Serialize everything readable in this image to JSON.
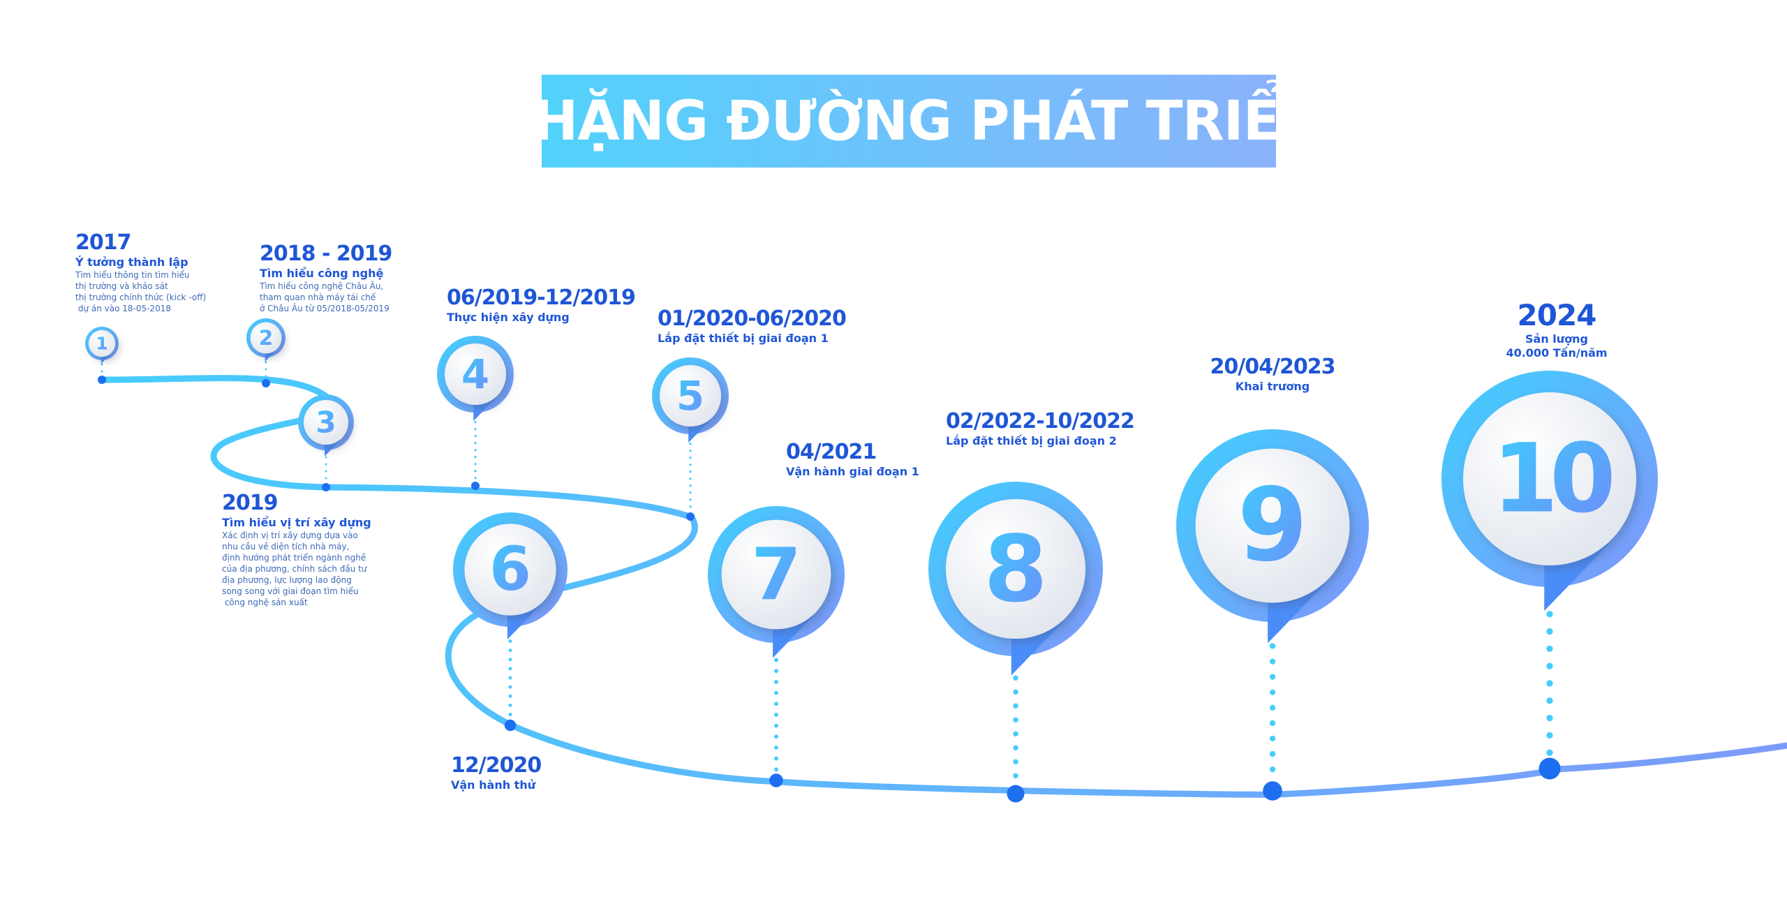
{
  "title": "CHẶNG ĐƯỜNG PHÁT TRIỂN",
  "colors": {
    "cyan": "#45cdfd",
    "blue": "#7d9afa",
    "text": "#1f56d6",
    "dot": "#1e6ef0"
  },
  "milestones": [
    {
      "number": "1",
      "date": "2017",
      "heading": "Ý tưởng thành lập",
      "desc": [
        "Tìm hiểu thông tin tìm hiểu",
        "thị trường và khảo sát",
        "thị trường chính thức (kick -off)",
        " dự án vào 18-05-2018"
      ]
    },
    {
      "number": "2",
      "date": "2018 - 2019",
      "heading": "Tìm hiểu công nghệ",
      "desc": [
        "Tìm hiểu công nghệ Châu Âu,",
        "tham quan nhà máy tái chế",
        "ở Châu Âu từ 05/2018-05/2019"
      ]
    },
    {
      "number": "3",
      "date": "2019",
      "heading": "Tìm hiểu vị trí xây dựng",
      "desc": [
        "Xác định vị trí xây dựng dựa vào",
        "nhu cầu về diện tích nhà máy,",
        "định hướng phát triển ngành nghề",
        "của địa phương, chính sách đầu tư",
        "địa phương, lực lượng lao động",
        "song song với giai đoạn tìm hiểu",
        " công nghệ sản xuất"
      ]
    },
    {
      "number": "4",
      "date": "06/2019-12/2019",
      "heading": "Thực hiện xây dựng",
      "desc": []
    },
    {
      "number": "5",
      "date": "01/2020-06/2020",
      "heading": "Lắp đặt thiết bị giai đoạn 1",
      "desc": []
    },
    {
      "number": "6",
      "date": "12/2020",
      "heading": "Vận hành thử",
      "desc": []
    },
    {
      "number": "7",
      "date": "04/2021",
      "heading": "Vận hành giai đoạn 1",
      "desc": []
    },
    {
      "number": "8",
      "date": "02/2022-10/2022",
      "heading": "Lắp đặt thiết bị giai đoạn 2",
      "desc": []
    },
    {
      "number": "9",
      "date": "20/04/2023",
      "heading": "Khai trương",
      "desc": []
    },
    {
      "number": "10",
      "date": "2024",
      "heading": "Sản lượng",
      "desc": [
        "40.000 Tấn/năm"
      ]
    }
  ]
}
